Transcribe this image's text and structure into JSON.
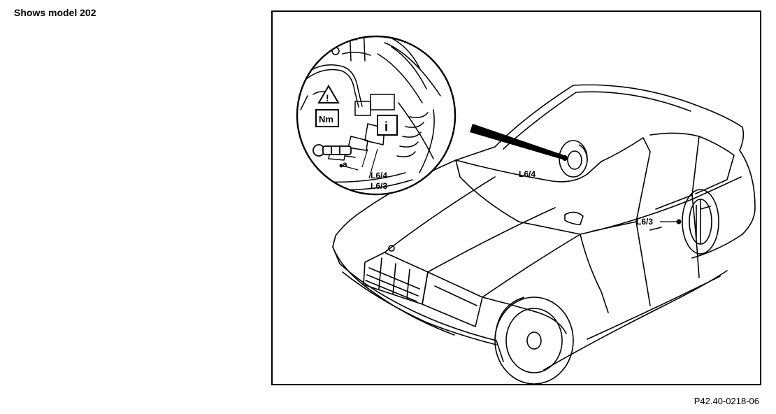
{
  "caption": "Shows model 202",
  "figure_id": "P42.40-0218-06",
  "callouts": {
    "detail_l64": "L6/4",
    "detail_l63": "L6/3",
    "detail_a": "a",
    "torque_symbol": "Nm",
    "info_symbol": "i",
    "warning_symbol": "!",
    "car_l64": "L6/4",
    "car_l63": "L6/3"
  }
}
